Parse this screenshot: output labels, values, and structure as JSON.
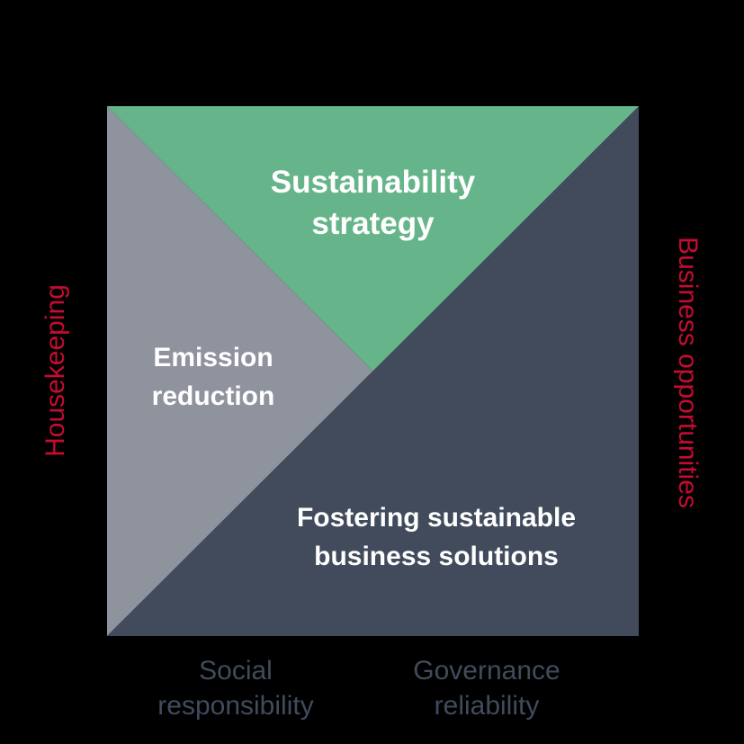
{
  "diagram": {
    "regions": {
      "strategy": {
        "line1": "Sustainability",
        "line2": "strategy"
      },
      "emission": {
        "line1": "Emission",
        "line2": "reduction"
      },
      "fostering": {
        "line1": "Fostering sustainable",
        "line2": "business solutions"
      }
    },
    "axis_labels": {
      "left": "Housekeeping",
      "right": "Business opportunities",
      "bottom_left": {
        "line1": "Social",
        "line2": "responsibility"
      },
      "bottom_right": {
        "line1": "Governance",
        "line2": "reliability"
      }
    }
  },
  "colors": {
    "background": "#000000",
    "region_strategy_green": "#66B58A",
    "region_emission_gray": "#8F939E",
    "region_fostering_dark": "#414B5C",
    "axis_side_red": "#C60C30",
    "axis_bottom_slate": "#414B5C",
    "region_text_white": "#FFFFFF"
  }
}
